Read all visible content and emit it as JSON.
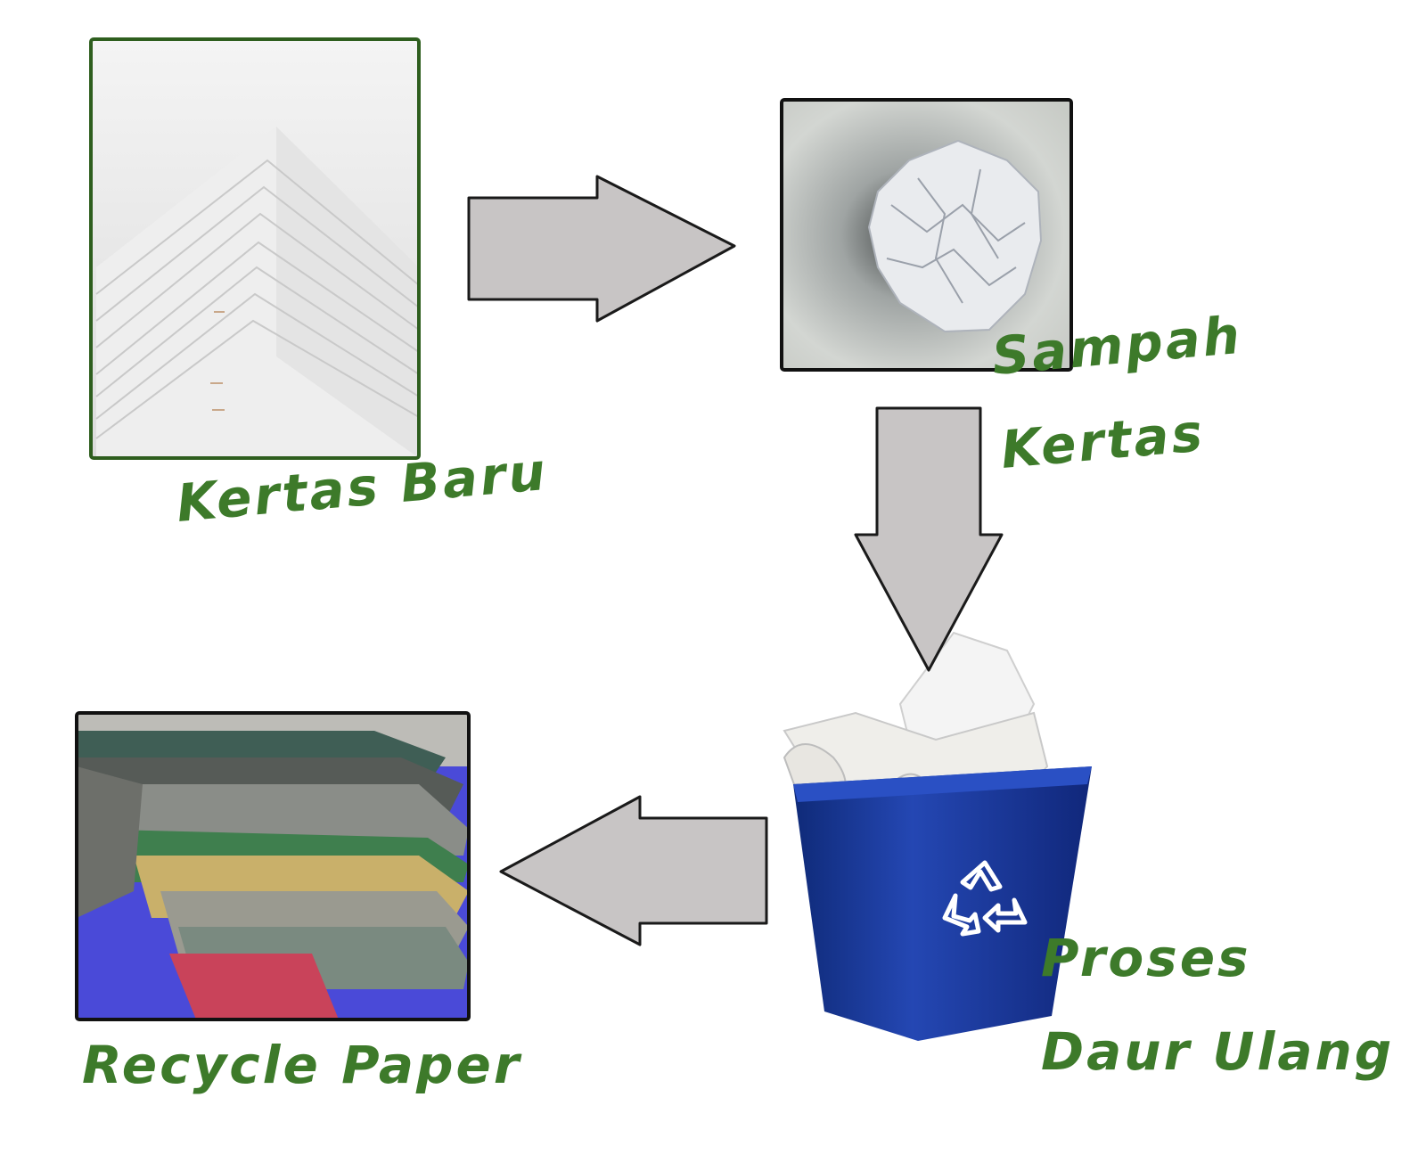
{
  "labels": {
    "kertas_baru": "Kertas Baru",
    "sampah_line1": "Sampah",
    "sampah_line2": "Kertas",
    "proses_line1": "Proses",
    "proses_line2": "Daur Ulang",
    "recycle_paper": "Recycle Paper"
  },
  "colors": {
    "label_green": "#3d7a2a",
    "arrow_fill": "#c8c5c5",
    "arrow_stroke": "#1a1a1a",
    "frame_green": "#2e5e1e",
    "bin_blue": "#1e3fa0"
  },
  "icons": {
    "photo_new_paper": "stack-of-white-paper",
    "photo_waste_paper": "crumpled-paper-ball",
    "photo_recycle_bin": "recycle-bin-with-paper",
    "photo_recycled_paper": "stack-of-colored-handmade-paper",
    "recycle_symbol": "recycle-icon"
  }
}
